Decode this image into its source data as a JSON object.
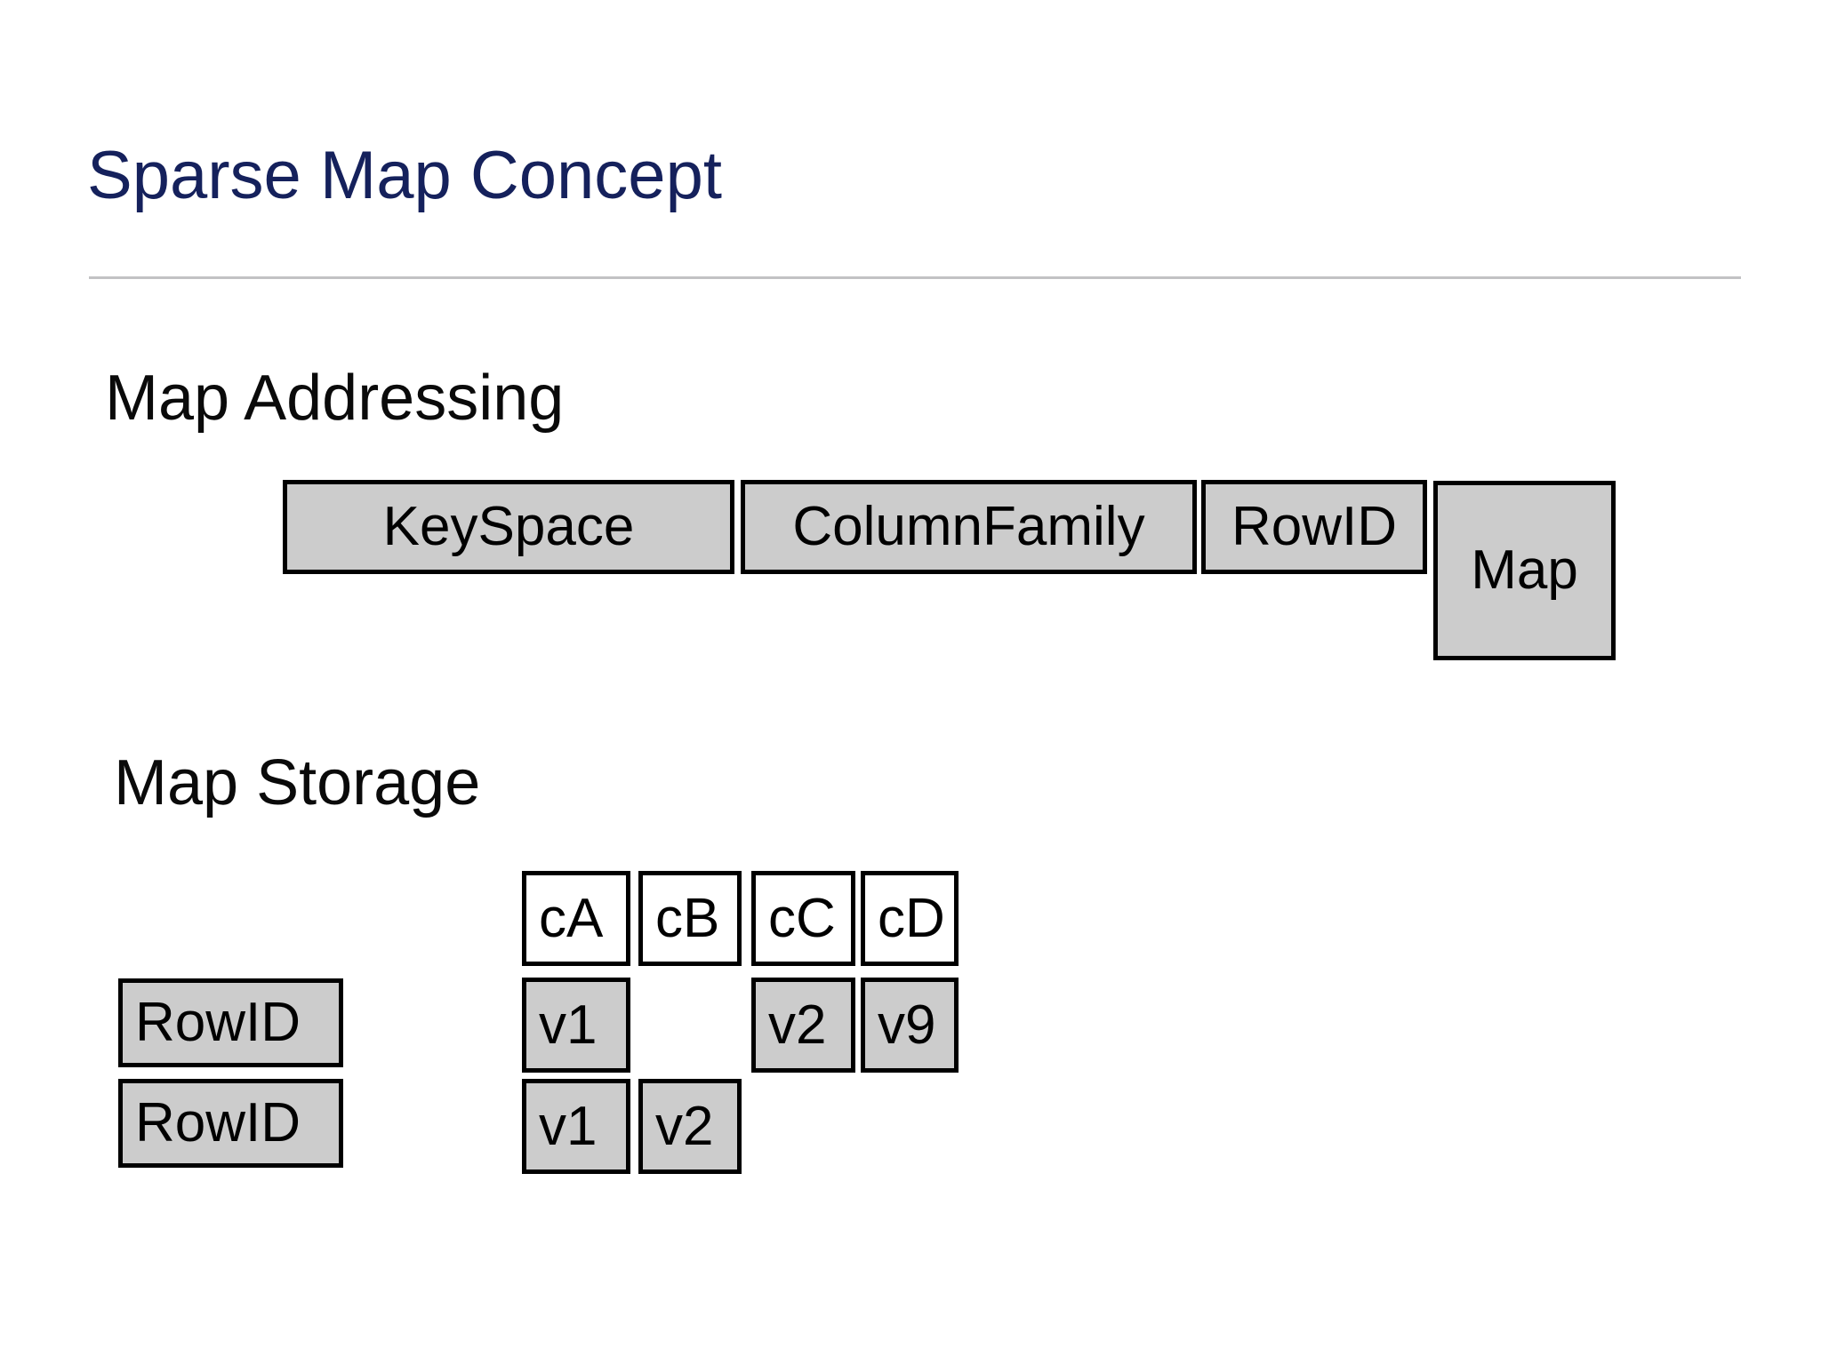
{
  "slide": {
    "title": "Sparse Map Concept",
    "title_color": "#15215c",
    "rule_color": "#c2c2c4",
    "background": "#ffffff"
  },
  "sections": {
    "addressing": {
      "heading": "Map Addressing",
      "boxes": [
        {
          "label": "KeySpace",
          "fill": "#cccccc",
          "border": "#000000"
        },
        {
          "label": "ColumnFamily",
          "fill": "#cccccc",
          "border": "#000000"
        },
        {
          "label": "RowID",
          "fill": "#cccccc",
          "border": "#000000"
        },
        {
          "label": "Map",
          "fill": "#cccccc",
          "border": "#000000"
        }
      ]
    },
    "storage": {
      "heading": "Map Storage",
      "columns": [
        "cA",
        "cB",
        "cC",
        "cD"
      ],
      "rows": [
        {
          "row_label": "RowID",
          "cells": [
            "v1",
            "",
            "v2",
            "v9"
          ]
        },
        {
          "row_label": "RowID",
          "cells": [
            "v1",
            "v2",
            "",
            ""
          ]
        }
      ],
      "header_fill": "#ffffff",
      "cell_fill": "#cccccc",
      "row_label_fill": "#cccccc",
      "border": "#000000"
    }
  }
}
